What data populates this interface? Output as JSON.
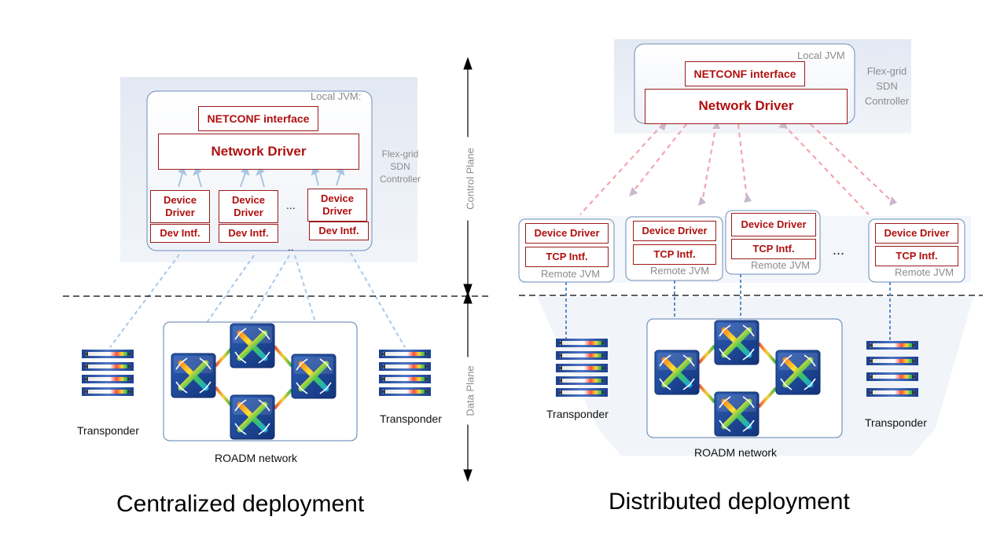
{
  "left": {
    "local_jvm": "Local JVM:",
    "controller_label": [
      "Flex-grid",
      "SDN",
      "Controller"
    ],
    "netconf": "NETCONF interface",
    "network_driver": "Network Driver",
    "device_driver": "Device Driver",
    "dev_intf": "Dev Intf.",
    "ellipsis": "...",
    "ellipsis_below": "..",
    "transponder_left": "Transponder",
    "transponder_right": "Transponder",
    "roadm": "ROADM network",
    "title": "Centralized deployment"
  },
  "axis": {
    "control_plane": "Control Plane",
    "data_plane": "Data Plane"
  },
  "right": {
    "local_jvm": "Local JVM",
    "controller_label": [
      "Flex-grid",
      "SDN",
      "Controller"
    ],
    "netconf": "NETCONF interface",
    "network_driver": "Network Driver",
    "device_driver": "Device Driver",
    "tcp_intf": "TCP Intf.",
    "remote_jvm": "Remote JVM",
    "ellipsis": "...",
    "transponder_left": "Transponder",
    "transponder_right": "Transponder",
    "roadm": "ROADM network",
    "title": "Distributed deployment"
  },
  "colors": {
    "driver_red": "#b01010",
    "switch_blue": "#1a3f8f",
    "dashed_red": "#f4a6ad",
    "dashed_blue": "#9ec3e6"
  }
}
